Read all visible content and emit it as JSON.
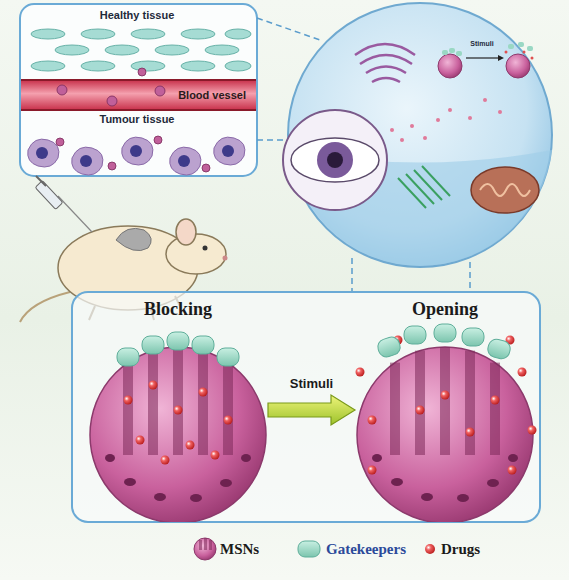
{
  "diagram": {
    "nodes": [
      {
        "text": [
          "Blood vessel"
        ]
      },
      {
        "text": [
          "Blocking"
        ]
      },
      {
        "text": [
          "Opening"
        ]
      }
    ],
    "edges": [
      {
        "from": 1,
        "to": 2,
        "label": "Stimuli",
        "arrow": "to"
      }
    ],
    "labels": [
      "Healthy tissue",
      "Tumour tissue",
      "Stimuli"
    ],
    "legend": [
      {
        "text": "MSNs"
      },
      {
        "text": "Gatekeepers"
      },
      {
        "text": "Drugs"
      }
    ]
  }
}
